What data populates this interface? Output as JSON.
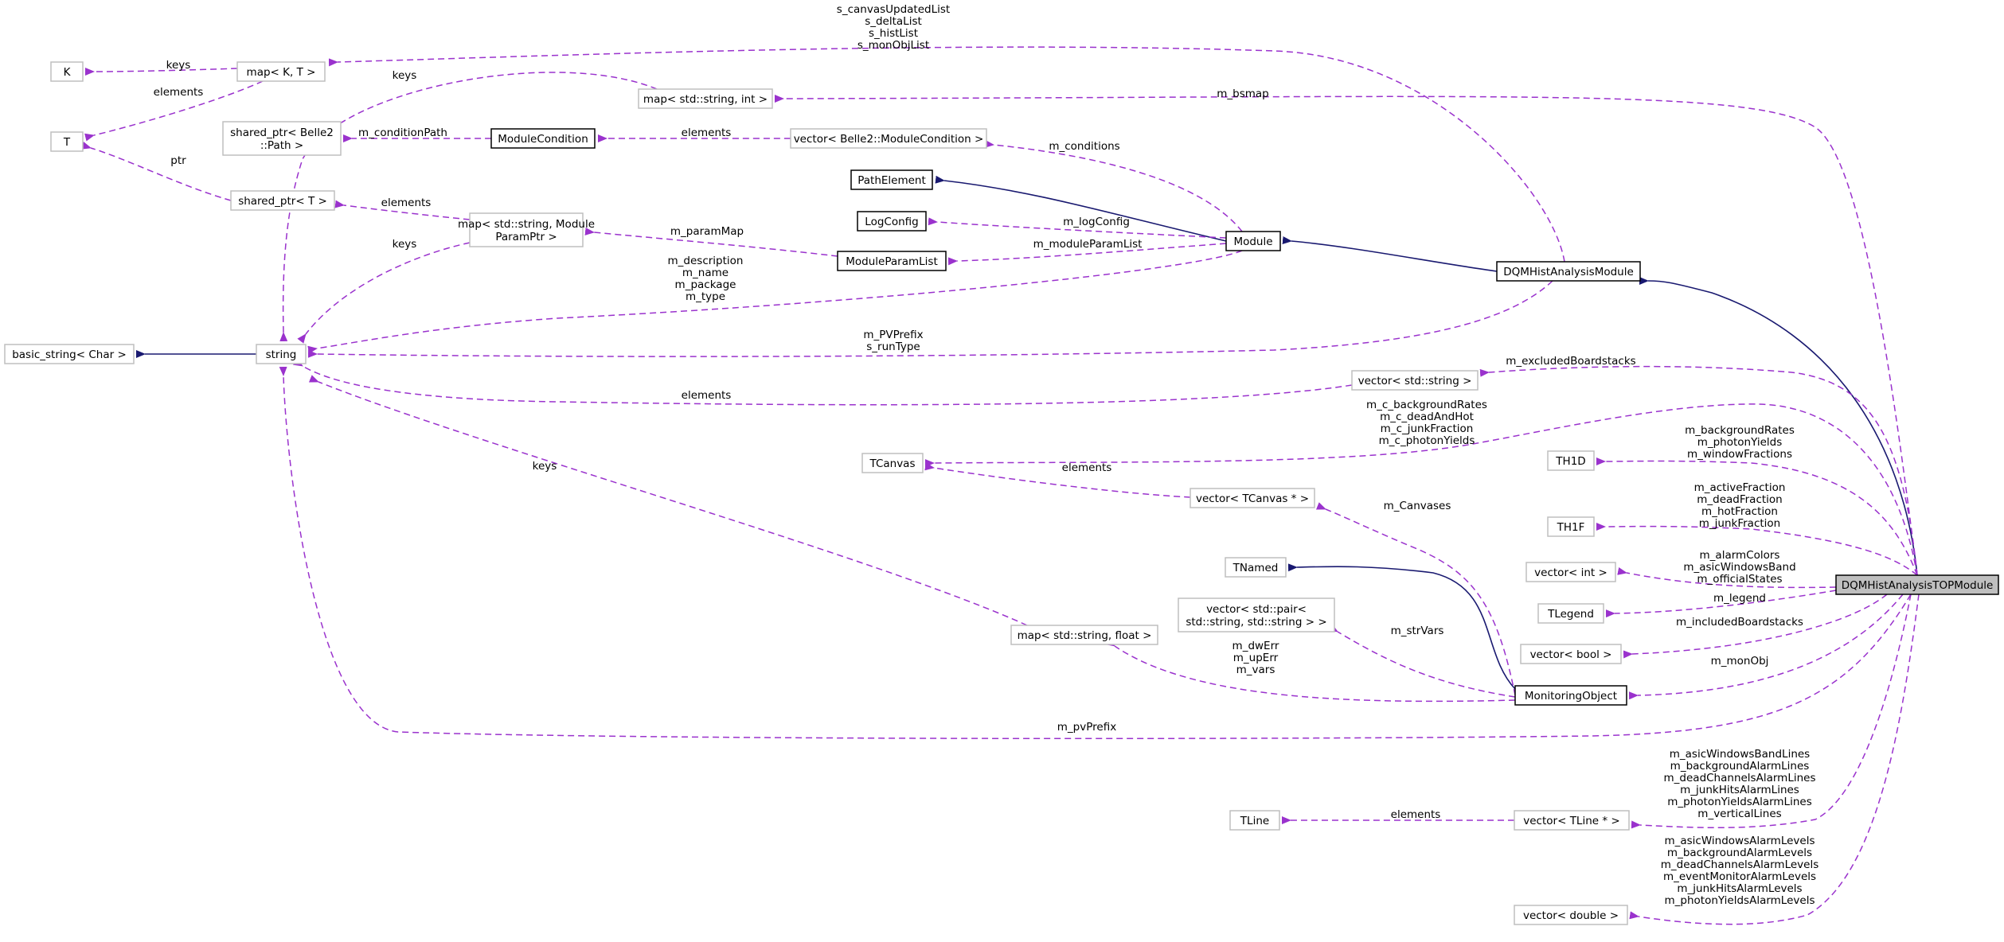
{
  "nodes": {
    "K": "K",
    "T": "T",
    "map_kt": "map< K, T >",
    "shared_ptr_path": [
      "shared_ptr< Belle2",
      "::Path >"
    ],
    "shared_ptr_t": "shared_ptr< T >",
    "basic_string": "basic_string< Char >",
    "string": "string",
    "map_string_int": "map< std::string, int >",
    "module_condition": "ModuleCondition",
    "vector_module_condition": "vector< Belle2::ModuleCondition >",
    "path_element": "PathElement",
    "log_config": "LogConfig",
    "module": "Module",
    "map_module_param": [
      "map< std::string, Module",
      "ParamPtr >"
    ],
    "module_param_list": "ModuleParamList",
    "dqm_hist_analysis_module": "DQMHistAnalysisModule",
    "vector_string": "vector< std::string >",
    "tcanvas": "TCanvas",
    "vector_tcanvas": "vector< TCanvas * >",
    "th1d": "TH1D",
    "th1f": "TH1F",
    "vector_int": "vector< int >",
    "tlegend": "TLegend",
    "vector_bool": "vector< bool >",
    "tnamed": "TNamed",
    "vector_pair": [
      "vector< std::pair<",
      "std::string, std::string > >"
    ],
    "map_string_float": "map< std::string, float >",
    "monitoring_object": "MonitoringObject",
    "tline": "TLine",
    "vector_tline": "vector< TLine * >",
    "vector_double": "vector< double >",
    "dqm_hist_analysis_top_module": "DQMHistAnalysisTOPModule"
  },
  "edges": {
    "mapkt_k": [
      "keys"
    ],
    "mapkt_t": [
      "elements"
    ],
    "sharedptr_t": [
      "ptr"
    ],
    "dqm_mapkt": [
      "s_canvasUpdatedList",
      "s_deltaList",
      "s_histList",
      "s_monObjList"
    ],
    "mapstrint_string": [
      "keys"
    ],
    "top_mapstrint": [
      "m_bsmap"
    ],
    "modcond_sharedpath": [
      "m_conditionPath"
    ],
    "vecmodcond_modcond": [
      "elements"
    ],
    "module_vecmodcond": [
      "m_conditions"
    ],
    "module_logconfig": [
      "m_logConfig"
    ],
    "mapmodparam_sharedptr": [
      "elements"
    ],
    "mapmodparam_string": [
      "keys"
    ],
    "modparamlist_mapmodparam": [
      "m_paramMap"
    ],
    "module_modparamlist": [
      "m_moduleParamList"
    ],
    "module_string": [
      "m_description",
      "m_name",
      "m_package",
      "m_type"
    ],
    "dqm_string": [
      "m_PVPrefix",
      "s_runType"
    ],
    "top_vecstring": [
      "m_excludedBoardstacks"
    ],
    "vecstring_string": [
      "elements"
    ],
    "top_tcanvas": [
      "m_c_backgroundRates",
      "m_c_deadAndHot",
      "m_c_junkFraction",
      "m_c_photonYields"
    ],
    "vectcanvas_tcanvas": [
      "elements"
    ],
    "mapfloat_string": [
      "keys"
    ],
    "top_th1d": [
      "m_backgroundRates",
      "m_photonYields",
      "m_windowFractions"
    ],
    "monobj_vectcanvas": [
      "m_Canvases"
    ],
    "top_th1f": [
      "m_activeFraction",
      "m_deadFraction",
      "m_hotFraction",
      "m_junkFraction"
    ],
    "top_vecint": [
      "m_alarmColors",
      "m_asicWindowsBand",
      "m_officialStates"
    ],
    "top_tlegend": [
      "m_legend"
    ],
    "monobj_vecpair": [
      "m_strVars"
    ],
    "top_vecbool": [
      "m_includedBoardstacks"
    ],
    "monobj_mapfloat": [
      "m_dwErr",
      "m_upErr",
      "m_vars"
    ],
    "top_monobj": [
      "m_monObj"
    ],
    "top_string": [
      "m_pvPrefix"
    ],
    "vectline_tline": [
      "elements"
    ],
    "top_vectline": [
      "m_asicWindowsBandLines",
      "m_backgroundAlarmLines",
      "m_deadChannelsAlarmLines",
      "m_junkHitsAlarmLines",
      "m_photonYieldsAlarmLines",
      "m_verticalLines"
    ],
    "top_vecdouble": [
      "m_asicWindowsAlarmLevels",
      "m_backgroundAlarmLevels",
      "m_deadChannelsAlarmLevels",
      "m_eventMonitorAlarmLevels",
      "m_junkHitsAlarmLevels",
      "m_photonYieldsAlarmLevels"
    ]
  },
  "colors": {
    "dependency_edge": "#9a32cd",
    "inheritance_edge": "#191970",
    "external_node_border": "#bfbfbf",
    "documented_node_border": "#000000",
    "focus_node_fill": "#bfbfbf"
  }
}
